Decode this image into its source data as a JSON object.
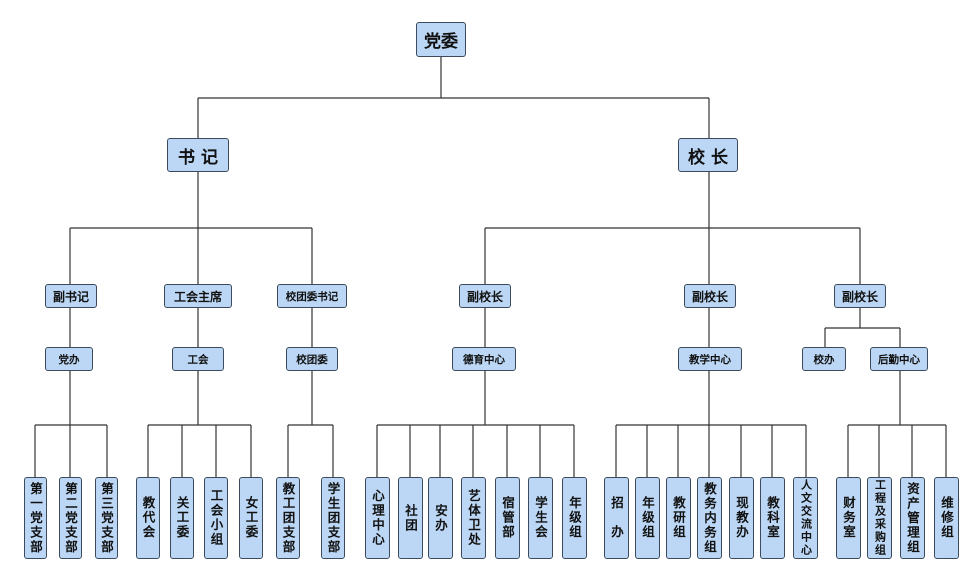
{
  "chart": {
    "root": "党委",
    "secretary": "书 记",
    "principal": "校 长",
    "deputy_secretary": "副书记",
    "union_chair": "工会主席",
    "youth_league_secretary": "校团委书记",
    "vp_1": "副校长",
    "vp_2": "副校长",
    "vp_3": "副校长",
    "party_office": "党办",
    "union": "工会",
    "youth_league": "校团委",
    "moral_center": "德育中心",
    "teaching_center": "教学中心",
    "school_office": "校办",
    "logistics_center": "后勤中心",
    "party_branches": [
      "第一党支部",
      "第二党支部",
      "第三党支部"
    ],
    "union_units": [
      "教代会",
      "关工委",
      "工会小组",
      "女工委"
    ],
    "league_branches": [
      "教工团支部",
      "学生团支部"
    ],
    "moral_units": [
      "心理中心",
      "社团",
      "安办",
      "艺体卫处",
      "宿管部",
      "学生会",
      "年级组"
    ],
    "teaching_units": [
      "招　办",
      "年级组",
      "教研组",
      "教务内务组",
      "现教办",
      "教科室",
      "人文交流中心"
    ],
    "logistics_units": [
      "财务室",
      "工程及采购组",
      "资产管理组",
      "维修组"
    ]
  }
}
